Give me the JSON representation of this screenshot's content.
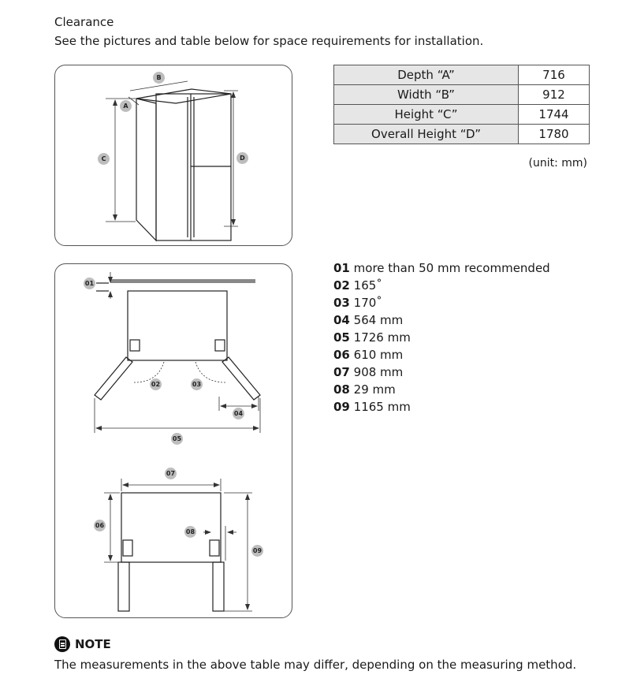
{
  "heading": "Clearance",
  "intro": "See the pictures and table below for space requirements for installation.",
  "spec_table": [
    {
      "label": "Depth “A”",
      "value": "716"
    },
    {
      "label": "Width “B”",
      "value": "912"
    },
    {
      "label": "Height “C”",
      "value": "1744"
    },
    {
      "label": "Overall Height “D”",
      "value": "1780"
    }
  ],
  "unit_note": "(unit: mm)",
  "diagram1_labels": {
    "a": "A",
    "b": "B",
    "c": "C",
    "d": "D"
  },
  "measurements": [
    {
      "num": "01",
      "text": "more than 50 mm recommended"
    },
    {
      "num": "02",
      "text": "165˚"
    },
    {
      "num": "03",
      "text": "170˚"
    },
    {
      "num": "04",
      "text": "564 mm"
    },
    {
      "num": "05",
      "text": "1726 mm"
    },
    {
      "num": "06",
      "text": "610 mm"
    },
    {
      "num": "07",
      "text": "908 mm"
    },
    {
      "num": "08",
      "text": "29 mm"
    },
    {
      "num": "09",
      "text": "1165 mm"
    }
  ],
  "note": {
    "icon": "note-icon",
    "title": "NOTE",
    "text": "The measurements in the above table may differ, depending on the measuring method."
  }
}
